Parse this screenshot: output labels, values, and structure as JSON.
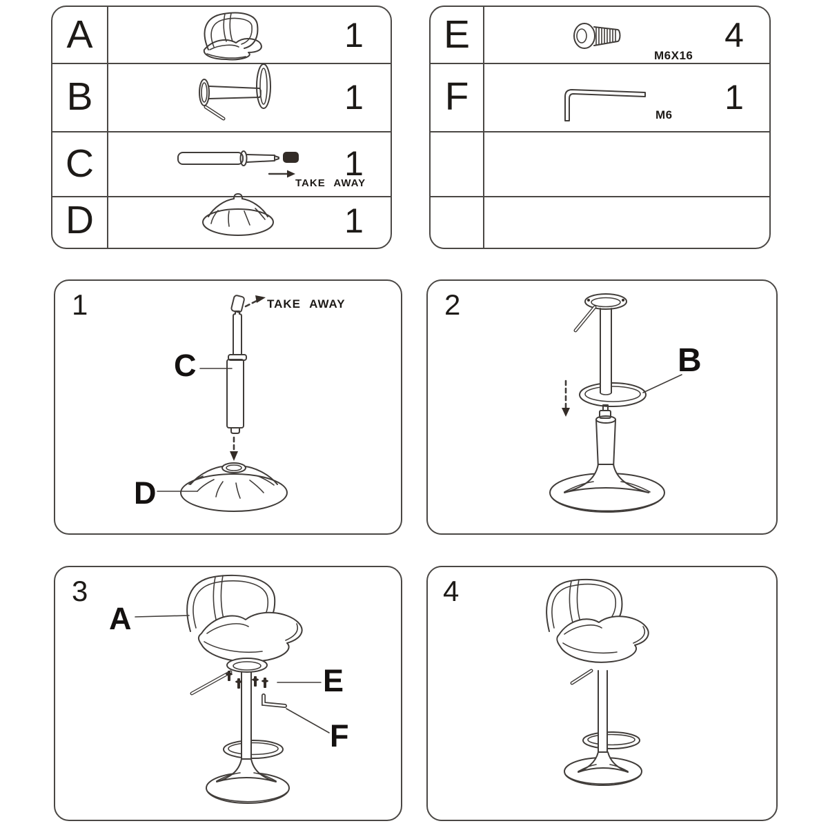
{
  "colors": {
    "line": "#403c39",
    "text": "#1d1a17",
    "cap_fill": "#332c27"
  },
  "parts_table_left": {
    "rows": [
      {
        "label": "A",
        "qty": "1",
        "icon": "seat"
      },
      {
        "label": "B",
        "qty": "1",
        "icon": "pole-footrest"
      },
      {
        "label": "C",
        "qty": "1",
        "icon": "gas-lift",
        "note": "TAKE AWAY"
      },
      {
        "label": "D",
        "qty": "1",
        "icon": "base"
      }
    ]
  },
  "parts_table_right": {
    "rows": [
      {
        "label": "E",
        "qty": "4",
        "icon": "screw",
        "spec": "M6X16"
      },
      {
        "label": "F",
        "qty": "1",
        "icon": "allen-key",
        "spec": "M6"
      },
      {
        "label": "",
        "qty": ""
      },
      {
        "label": "",
        "qty": ""
      }
    ]
  },
  "steps": [
    {
      "number": "1",
      "take_away": "TAKE AWAY",
      "label_c": "C",
      "label_d": "D"
    },
    {
      "number": "2",
      "label_b": "B"
    },
    {
      "number": "3",
      "label_a": "A",
      "label_e": "E",
      "label_f": "F"
    },
    {
      "number": "4"
    }
  ]
}
